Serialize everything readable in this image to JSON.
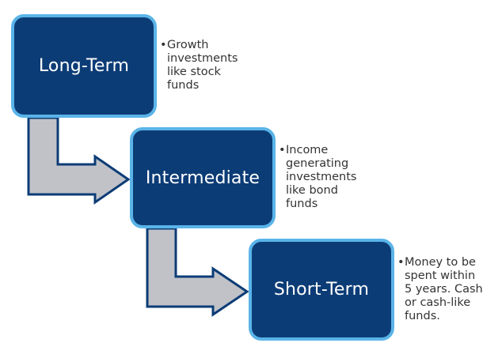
{
  "colors": {
    "box_fill": "#0c3c76",
    "box_border": "#5ab4e8",
    "arrow_fill": "#c0c2c8",
    "arrow_border": "#0c3c76",
    "note_text": "#333333"
  },
  "stages": [
    {
      "label": "Long-Term",
      "bullet": "•",
      "description": "Growth\ninvestments\nlike stock\nfunds"
    },
    {
      "label": "Intermediate",
      "bullet": "•",
      "description": "Income\ngenerating\ninvestments\nlike bond\nfunds"
    },
    {
      "label": "Short-Term",
      "bullet": "•",
      "description": "Money to be\nspent within\n5 years.  Cash\nor cash-like\nfunds."
    }
  ]
}
